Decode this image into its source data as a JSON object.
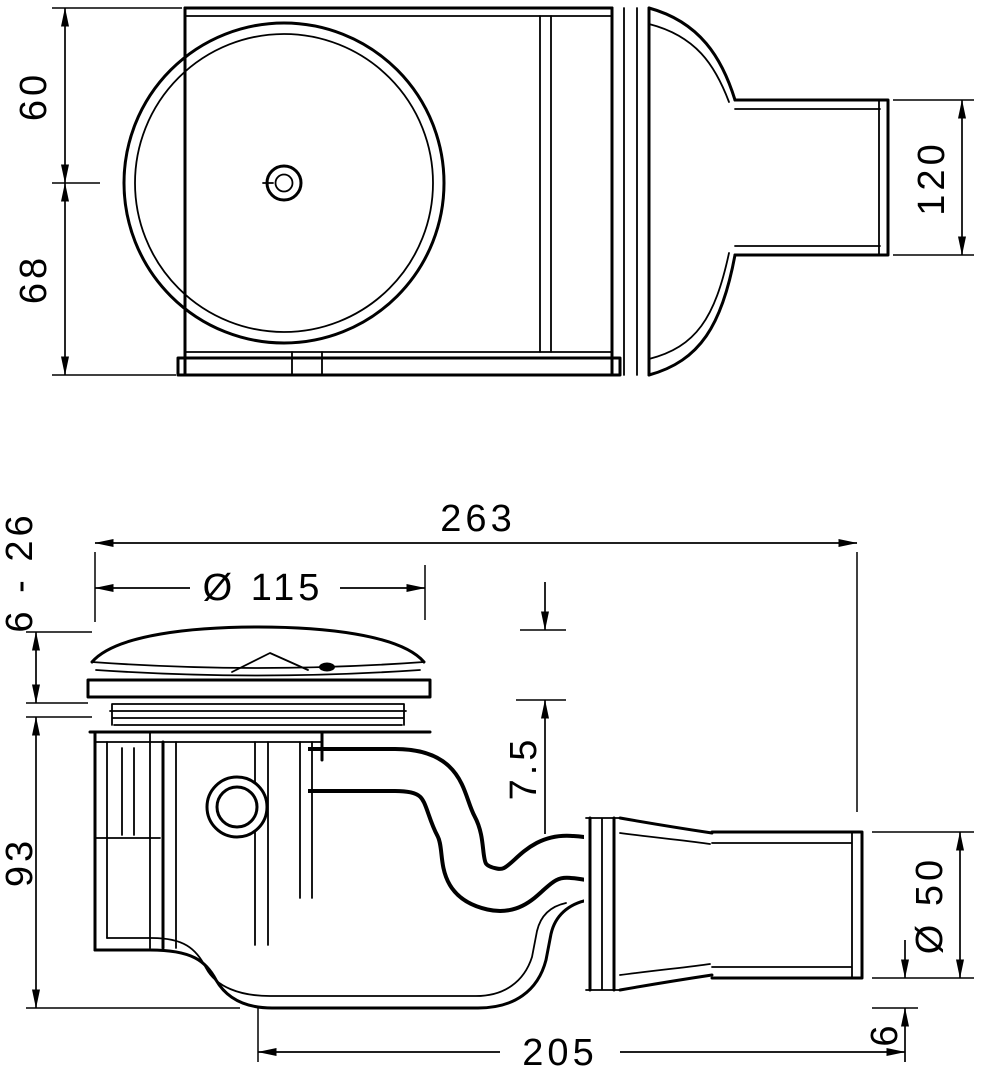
{
  "page": {
    "background": "#ffffff",
    "line_color": "#000000",
    "type": "technical dimensional drawing of a shower drain waste trap"
  },
  "dimensions": {
    "top_view": [
      {
        "id": "left-upper",
        "value": "60"
      },
      {
        "id": "left-lower",
        "value": "68"
      },
      {
        "id": "right-outlet-height",
        "value": "120"
      }
    ],
    "side_view": [
      {
        "id": "overall-length",
        "value": "263"
      },
      {
        "id": "cap-diameter",
        "value": "Ø 115"
      },
      {
        "id": "adjust-range",
        "value": "6 - 26"
      },
      {
        "id": "seal-depth",
        "value": "7.5"
      },
      {
        "id": "body-height",
        "value": "93"
      },
      {
        "id": "outlet-diameter",
        "value": "Ø 50"
      },
      {
        "id": "bottom-clearance",
        "value": "6"
      },
      {
        "id": "outlet-offset",
        "value": "205"
      }
    ]
  }
}
